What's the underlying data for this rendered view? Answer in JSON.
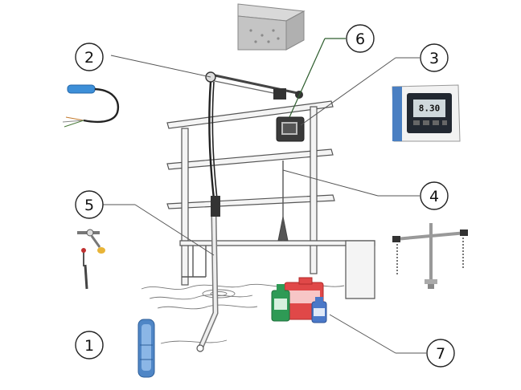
{
  "callouts": [
    {
      "id": "1",
      "label": "1"
    },
    {
      "id": "2",
      "label": "2"
    },
    {
      "id": "3",
      "label": "3"
    },
    {
      "id": "4",
      "label": "4"
    },
    {
      "id": "5",
      "label": "5"
    },
    {
      "id": "6",
      "label": "6"
    },
    {
      "id": "7",
      "label": "7"
    }
  ],
  "controller_display": {
    "reading": "8.30"
  },
  "colors": {
    "leader_6": "#2e5e2e",
    "sensor_blue": "#4f86c6",
    "cable_blue": "#3d8fd8",
    "bottle_green": "#2e9a55",
    "canister_red": "#e04848",
    "bottle_blue": "#4a78c8",
    "screen": "#222831"
  },
  "icons": [
    "sensor-icon",
    "cable-sensor-icon",
    "transmitter-icon",
    "holder-frame-icon",
    "assembly-icon",
    "clamp-icon",
    "bottles-icon",
    "weather-shield-icon"
  ]
}
